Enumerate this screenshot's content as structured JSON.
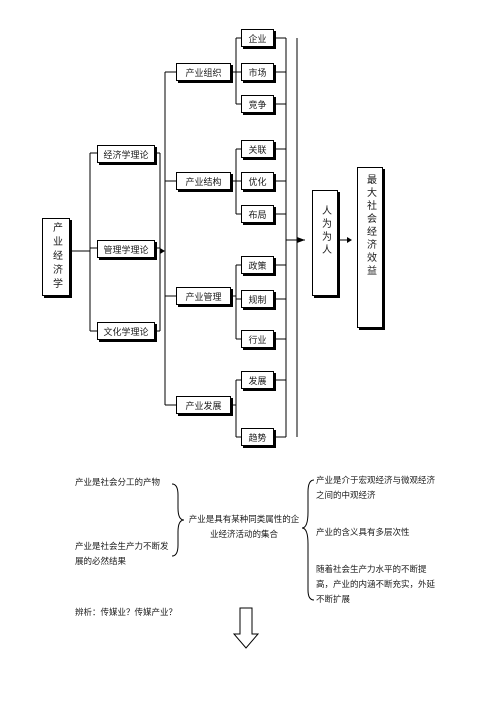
{
  "root": "产业经济学",
  "theories": [
    "经济学理论",
    "管理学理论",
    "文化学理论"
  ],
  "groups": [
    {
      "label": "产业组织",
      "items": [
        "企业",
        "市场",
        "竞争"
      ]
    },
    {
      "label": "产业结构",
      "items": [
        "关联",
        "优化",
        "布局"
      ]
    },
    {
      "label": "产业管理",
      "items": [
        "政策",
        "规制",
        "行业"
      ]
    },
    {
      "label": "产业发展",
      "items": [
        "发展",
        "趋势"
      ]
    }
  ],
  "people": "人为为人",
  "goal": "最大社会经济效益",
  "notes": {
    "left_top": "产业是社会分工的产物",
    "left_bottom": "产业是社会生产力不断发展的必然结果",
    "center": "产业是具有某种同类属性的企业经济活动的集合",
    "right_1": "产业是介于宏观经济与微观经济之间的中观经济",
    "right_2": "产业的含义具有多层次性",
    "right_3": "随着社会生产力水平的不断提高，产业的内涵不断充实，外延不断扩展",
    "question": "辨析：传媒业？传媒产业？"
  }
}
